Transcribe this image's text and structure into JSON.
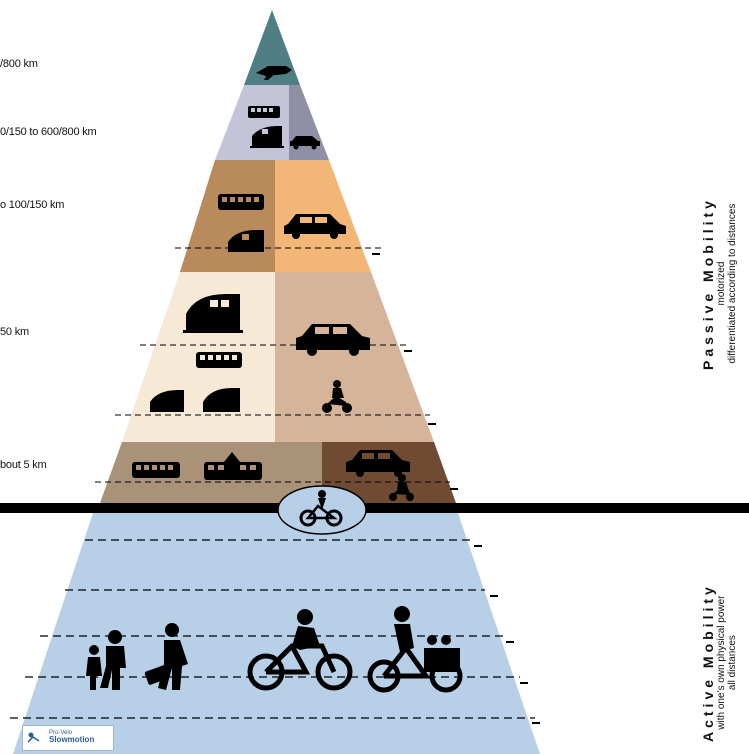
{
  "distance_labels": {
    "long": "/800 km",
    "medium_long": "0/150 to 600/800 km",
    "medium": "o 100/150 km",
    "short": "50 km",
    "local": "bout 5 km"
  },
  "passive": {
    "title": "Passive Mobility",
    "sub1": "motorized",
    "sub2": "differentiated according to distances"
  },
  "active": {
    "title": "Active Mobility",
    "sub1": "with one's own physical power",
    "sub2": "all distances"
  },
  "logo": {
    "line1": "Pro-Velo",
    "line2": "Slowmotion"
  },
  "colors": {
    "apex": "#4f7f85",
    "tier_long_left": "#c4c4d8",
    "tier_long_right": "#8f8fa6",
    "tier_medium_left": "#b98a5b",
    "tier_medium_right": "#f2b676",
    "tier_short_left": "#f6e9d6",
    "tier_short_right": "#d6b49a",
    "tier_local_left": "#a99277",
    "tier_local_right": "#6f4b33",
    "active_zone": "#b8cfe8",
    "ground_bar": "#000000"
  },
  "icons": {
    "apex": [
      "airplane-icon"
    ],
    "long": [
      "bus-icon",
      "train-icon",
      "car-icon"
    ],
    "medium": [
      "bus-icon",
      "train-icon",
      "car-icon"
    ],
    "short": [
      "train-icon",
      "bus-icon",
      "tram-icon",
      "car-icon",
      "motorcycle-icon"
    ],
    "local": [
      "bus-icon",
      "tram-icon",
      "car-icon",
      "motorcycle-icon",
      "ebike-icon"
    ],
    "active": [
      "walking-family-icon",
      "traveler-icon",
      "cyclist-icon",
      "cargo-bike-icon"
    ]
  }
}
